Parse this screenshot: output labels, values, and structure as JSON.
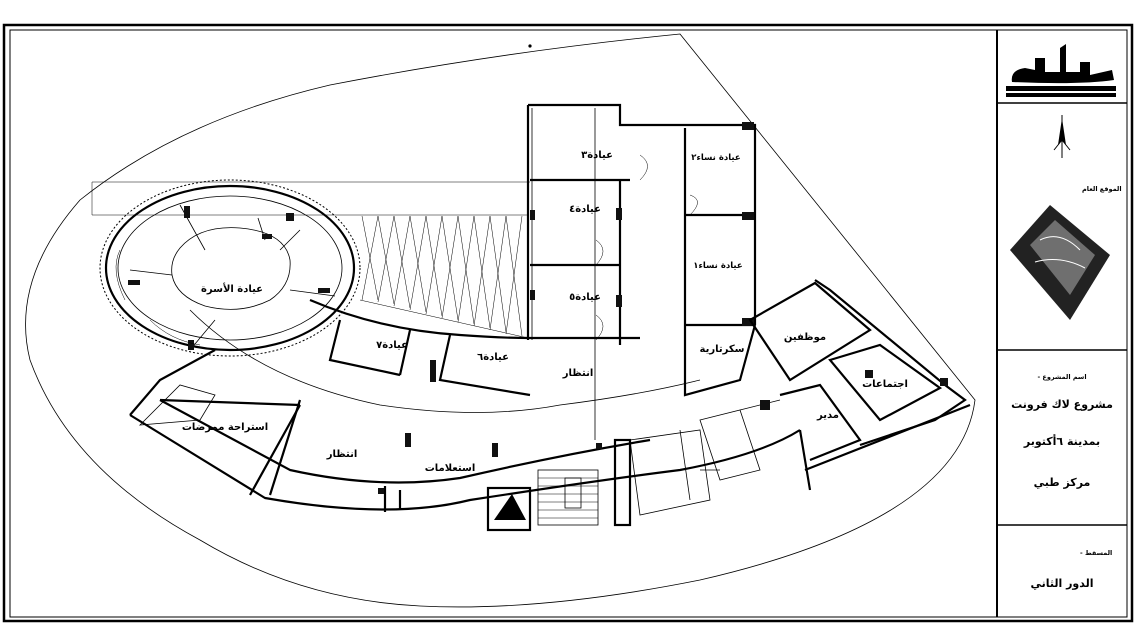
{
  "rooms": {
    "family_clinic": "عيادة الأسرة",
    "clinic3": "عيادة٣",
    "clinic4": "عيادة٤",
    "clinic5": "عيادة٥",
    "clinic6": "عيادة٦",
    "clinic7": "عيادة٧",
    "women_clinic2": "عيادة نساء٢",
    "women_clinic1": "عيادة نساء١",
    "secretary": "سكرتارية",
    "staff": "موظفين",
    "meetings": "اجتماعات",
    "manager": "مدير",
    "waiting_corridor": "انتظار",
    "waiting_main": "انتظار",
    "reception": "استعلامات",
    "nurses_rest": "استراحة ممرضات"
  },
  "title_block": {
    "general_site_label": "الموقع العام",
    "project_name_label": "اسم المشروع -",
    "project_name_line1": "مشروع لاك فرونت",
    "project_name_line2": "بمدينة ٦أكتوبر",
    "project_name_line3": "مركز طبي",
    "sheet_label": "المسقط -",
    "sheet_title": "الدور الثاني"
  },
  "colors": {
    "ink": "#000000",
    "paper": "#ffffff"
  }
}
